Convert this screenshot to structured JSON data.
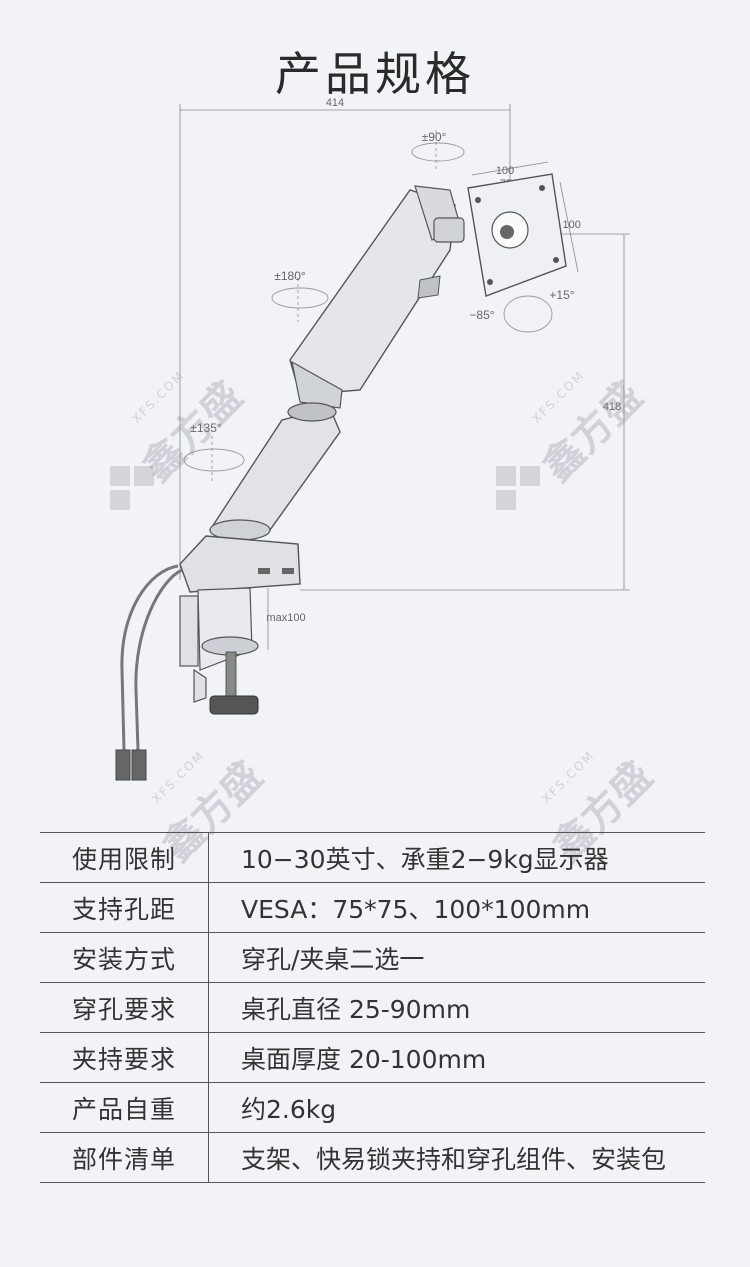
{
  "page": {
    "title": "产品规格"
  },
  "figure": {
    "dims": {
      "width": "414",
      "height": "418",
      "vesa_outer_h": "100",
      "vesa_inner_h": "75",
      "vesa_v": "75 100",
      "clamp": "max100"
    },
    "angles": {
      "top_swivel": "±90°",
      "arm_swivel": "±180°",
      "base_swivel": "±135°",
      "tilt_up": "+15°",
      "tilt_down": "−85°"
    }
  },
  "watermark": {
    "cn": "鑫方盛",
    "en": "XFS.COM"
  },
  "specs": [
    {
      "label": "使用限制",
      "value": "10−30英寸、承重2−9kg显示器"
    },
    {
      "label": "支持孔距",
      "value": "VESA：75*75、100*100mm"
    },
    {
      "label": "安装方式",
      "value": "穿孔/夹桌二选一"
    },
    {
      "label": "穿孔要求",
      "value": "桌孔直径 25-90mm"
    },
    {
      "label": "夹持要求",
      "value": "桌面厚度 20-100mm"
    },
    {
      "label": "产品自重",
      "value": "约2.6kg"
    },
    {
      "label": "部件清单",
      "value": "支架、快易锁夹持和穿孔组件、安装包"
    }
  ]
}
